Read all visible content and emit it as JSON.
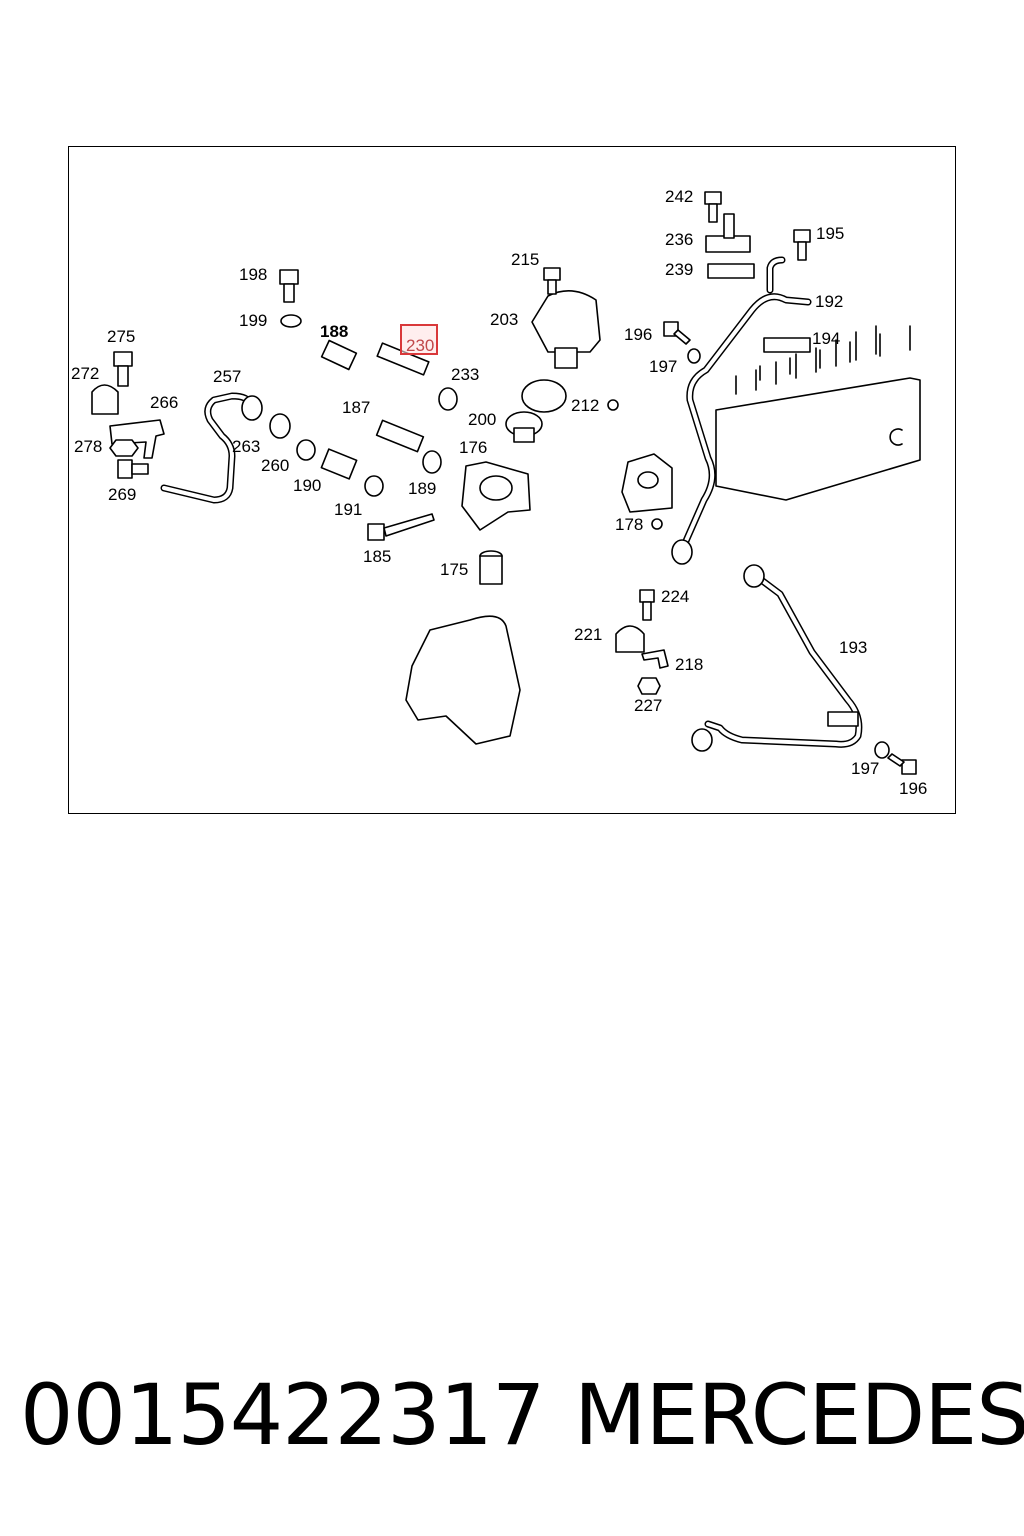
{
  "callouts": {
    "c242": "242",
    "c236": "236",
    "c239": "239",
    "c195": "195",
    "c192": "192",
    "c194": "194",
    "c196a": "196",
    "c197a": "197",
    "c215": "215",
    "c203": "203",
    "c198": "198",
    "c199": "199",
    "c188": "188",
    "c230": "230",
    "c233": "233",
    "c275": "275",
    "c272": "272",
    "c257": "257",
    "c266": "266",
    "c187": "187",
    "c212": "212",
    "c200": "200",
    "c176": "176",
    "c263": "263",
    "c278": "278",
    "c260": "260",
    "c190": "190",
    "c189": "189",
    "c269": "269",
    "c191": "191",
    "c178": "178",
    "c185": "185",
    "c175": "175",
    "c224": "224",
    "c221": "221",
    "c218": "218",
    "c193": "193",
    "c227": "227",
    "c197b": "197",
    "c196b": "196"
  },
  "highlight": {
    "callout": "230",
    "color": "#d9383a"
  },
  "footer": {
    "part_number": "0015422317",
    "brand": "MERCEDES"
  }
}
